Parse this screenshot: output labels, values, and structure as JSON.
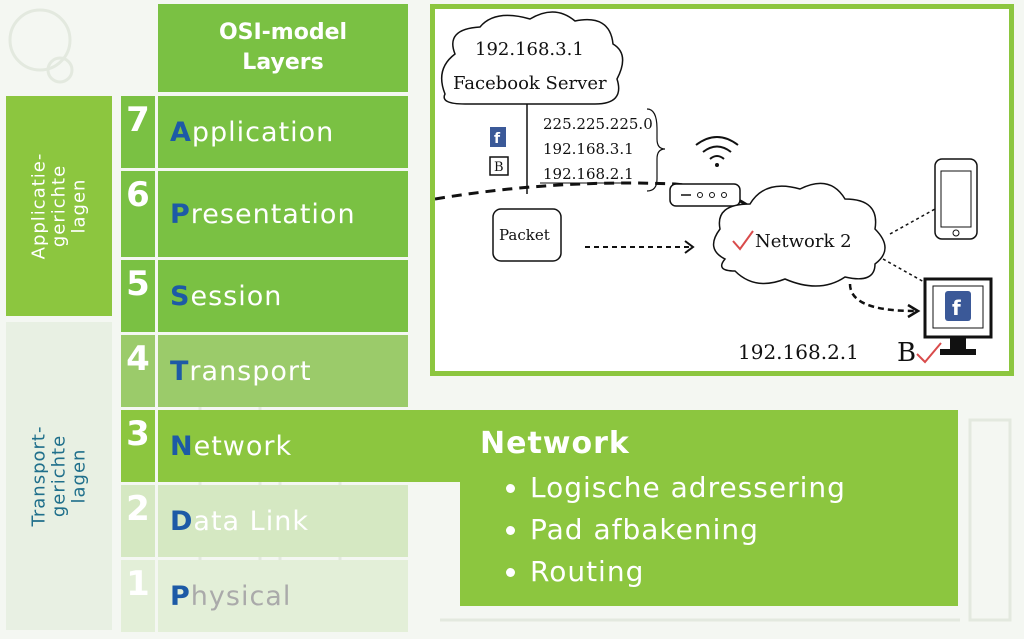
{
  "header": {
    "line1": "OSI-model",
    "line2": "Layers"
  },
  "groups": {
    "application": {
      "line1": "Applicatie-",
      "line2": "gerichte",
      "line3": "lagen"
    },
    "transport": {
      "line1": "Transport-",
      "line2": "gerichte",
      "line3": "lagen"
    }
  },
  "layers": [
    {
      "num": "7",
      "first": "A",
      "rest": "pplication"
    },
    {
      "num": "6",
      "first": "P",
      "rest": "resentation"
    },
    {
      "num": "5",
      "first": "S",
      "rest": "ession"
    },
    {
      "num": "4",
      "first": "T",
      "rest": "ransport"
    },
    {
      "num": "3",
      "first": "N",
      "rest": "etwork"
    },
    {
      "num": "2",
      "first": "D",
      "rest": "ata Link"
    },
    {
      "num": "1",
      "first": "P",
      "rest": "hysical"
    }
  ],
  "diagram": {
    "server_ip": "192.168.3.1",
    "server_name": "Facebook Server",
    "packet_lines": [
      "225.225.225.0",
      "192.168.3.1",
      "192.168.2.1"
    ],
    "facebook_glyph": "f",
    "b_glyph": "B",
    "packet_label": "Packet",
    "network_label": "Network 2",
    "dest_ip": "192.168.2.1",
    "dest_label": "B"
  },
  "info": {
    "title": "Network",
    "bullets": [
      "Logische adressering",
      "Pad afbakening",
      "Routing"
    ]
  }
}
